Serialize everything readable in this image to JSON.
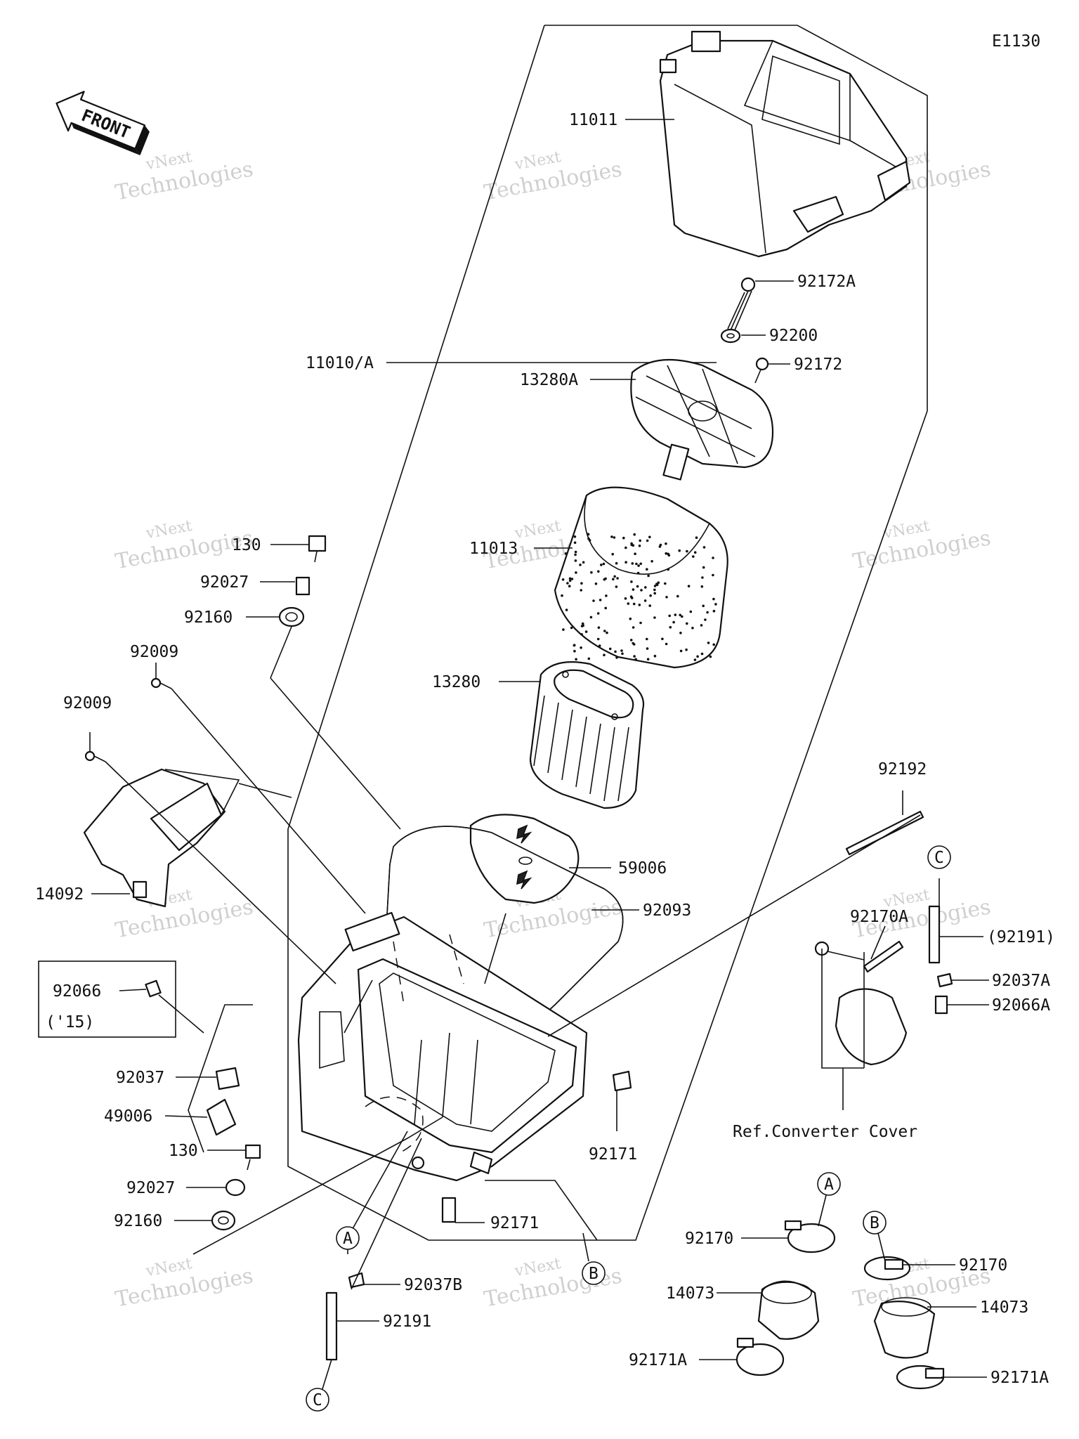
{
  "diagram_code": "E1130",
  "front_label": "FRONT",
  "reference_text": "Ref.Converter Cover",
  "watermark": {
    "line1": "vNext",
    "line2": "Technologies"
  },
  "parts": {
    "p11011": "11011",
    "p92172A": "92172A",
    "p92200": "92200",
    "p92172": "92172",
    "p11010A": "11010/A",
    "p13280A": "13280A",
    "p11013": "11013",
    "p13280": "13280",
    "p130a": "130",
    "p92027a": "92027",
    "p92160a": "92160",
    "p92009a": "92009",
    "p92009b": "92009",
    "p14092": "14092",
    "p92066": "92066",
    "p15": "('15)",
    "p92037": "92037",
    "p49006": "49006",
    "p130b": "130",
    "p92027b": "92027",
    "p92160b": "92160",
    "p59006": "59006",
    "p92093": "92093",
    "p92192": "92192",
    "p92170A": "92170A",
    "p92191a": "(92191)",
    "p92037A": "92037A",
    "p92066A": "92066A",
    "p92171a": "92171",
    "p92171b": "92171",
    "p92037B": "92037B",
    "p92191b": "92191",
    "p92170a": "92170",
    "p14073a": "14073",
    "p92171Aa": "92171A",
    "p92170b": "92170",
    "p14073b": "14073",
    "p92171Ab": "92171A"
  },
  "callouts": {
    "a1": "A",
    "a2": "A",
    "b1": "B",
    "b2": "B",
    "c1": "C",
    "c2": "C"
  }
}
